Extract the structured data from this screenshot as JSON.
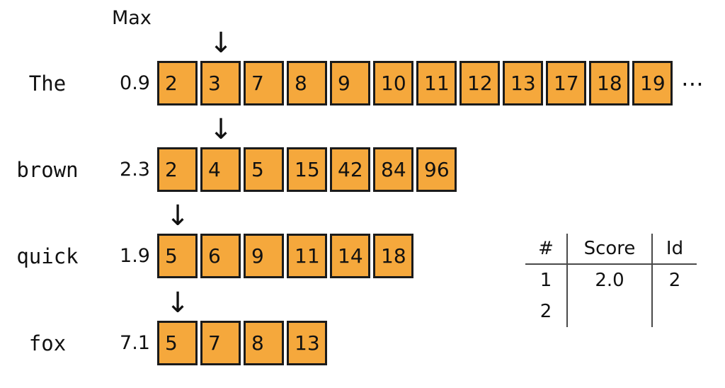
{
  "max_label": "Max",
  "ellipsis": "⋯",
  "arrow_glyph": "↓",
  "colors": {
    "cell_fill": "#F5A83C",
    "cell_border": "#1b1b1b"
  },
  "rows": [
    {
      "term": "The",
      "max_score": "0.9",
      "postings": [
        "2",
        "3",
        "7",
        "8",
        "9",
        "10",
        "11",
        "12",
        "13",
        "17",
        "18",
        "19"
      ],
      "arrow_index": 1,
      "has_ellipsis": true
    },
    {
      "term": "brown",
      "max_score": "2.3",
      "postings": [
        "2",
        "4",
        "5",
        "15",
        "42",
        "84",
        "96"
      ],
      "arrow_index": 1,
      "has_ellipsis": false
    },
    {
      "term": "quick",
      "max_score": "1.9",
      "postings": [
        "5",
        "6",
        "9",
        "11",
        "14",
        "18"
      ],
      "arrow_index": 0,
      "has_ellipsis": false
    },
    {
      "term": "fox",
      "max_score": "7.1",
      "postings": [
        "5",
        "7",
        "8",
        "13"
      ],
      "arrow_index": 0,
      "has_ellipsis": false
    }
  ],
  "results_table": {
    "headers": [
      "#",
      "Score",
      "Id"
    ],
    "rows": [
      [
        "1",
        "2.0",
        "2"
      ],
      [
        "2",
        "",
        ""
      ]
    ]
  }
}
